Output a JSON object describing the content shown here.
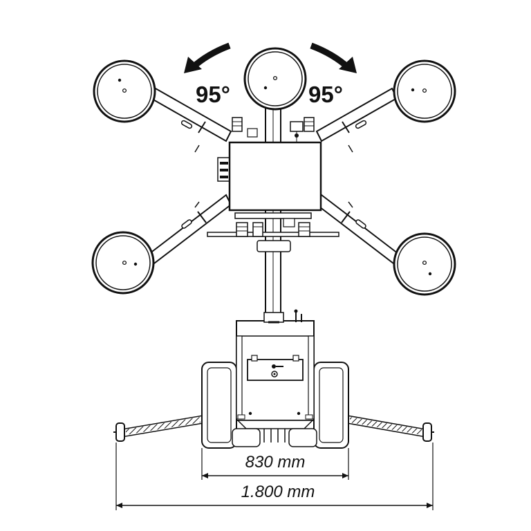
{
  "rotation": {
    "left_angle": "95°",
    "right_angle": "95°"
  },
  "dimensions": {
    "wheel_track": "830 mm",
    "outrigger_span": "1.800 mm"
  },
  "colors": {
    "line": "#111111",
    "background": "#ffffff",
    "fill_light": "#f2f2f2"
  }
}
